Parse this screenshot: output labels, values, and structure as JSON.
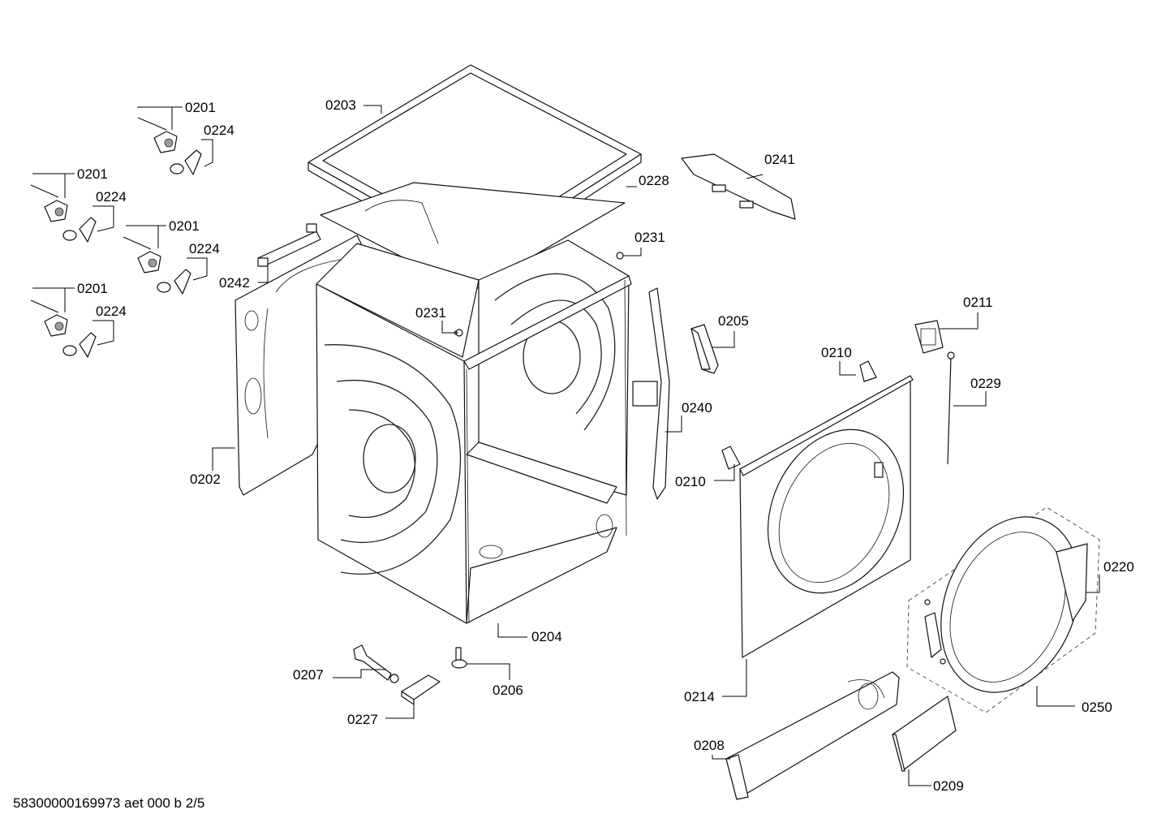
{
  "labels": {
    "l0201a": "0201",
    "l0224a": "0224",
    "l0201b": "0201",
    "l0224b": "0224",
    "l0201c": "0201",
    "l0224c": "0224",
    "l0201d": "0201",
    "l0224d": "0224",
    "l0203": "0203",
    "l0228": "0228",
    "l0241": "0241",
    "l0231a": "0231",
    "l0231b": "0231",
    "l0242": "0242",
    "l0202": "0202",
    "l0204": "0204",
    "l0205": "0205",
    "l0240": "0240",
    "l0210a": "0210",
    "l0210b": "0210",
    "l0211": "0211",
    "l0229": "0229",
    "l0214": "0214",
    "l0220": "0220",
    "l0250": "0250",
    "l0207": "0207",
    "l0227": "0227",
    "l0206": "0206",
    "l0208": "0208",
    "l0209": "0209"
  },
  "footer": {
    "doc_id": "58300000169973 aet 000 b 2/5"
  }
}
